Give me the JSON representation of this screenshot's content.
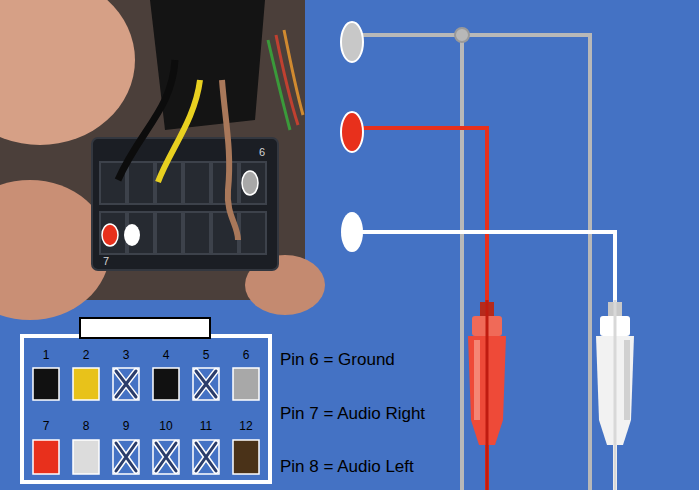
{
  "diagram": {
    "labels": [
      "6",
      "7",
      "1",
      "2",
      "3",
      "4",
      "5",
      "6",
      "7",
      "8",
      "9",
      "10",
      "11",
      "12",
      "Pin 6 = Ground",
      "Pin 7 = Audio Right",
      "Pin 8 = Audio Left"
    ]
  }
}
